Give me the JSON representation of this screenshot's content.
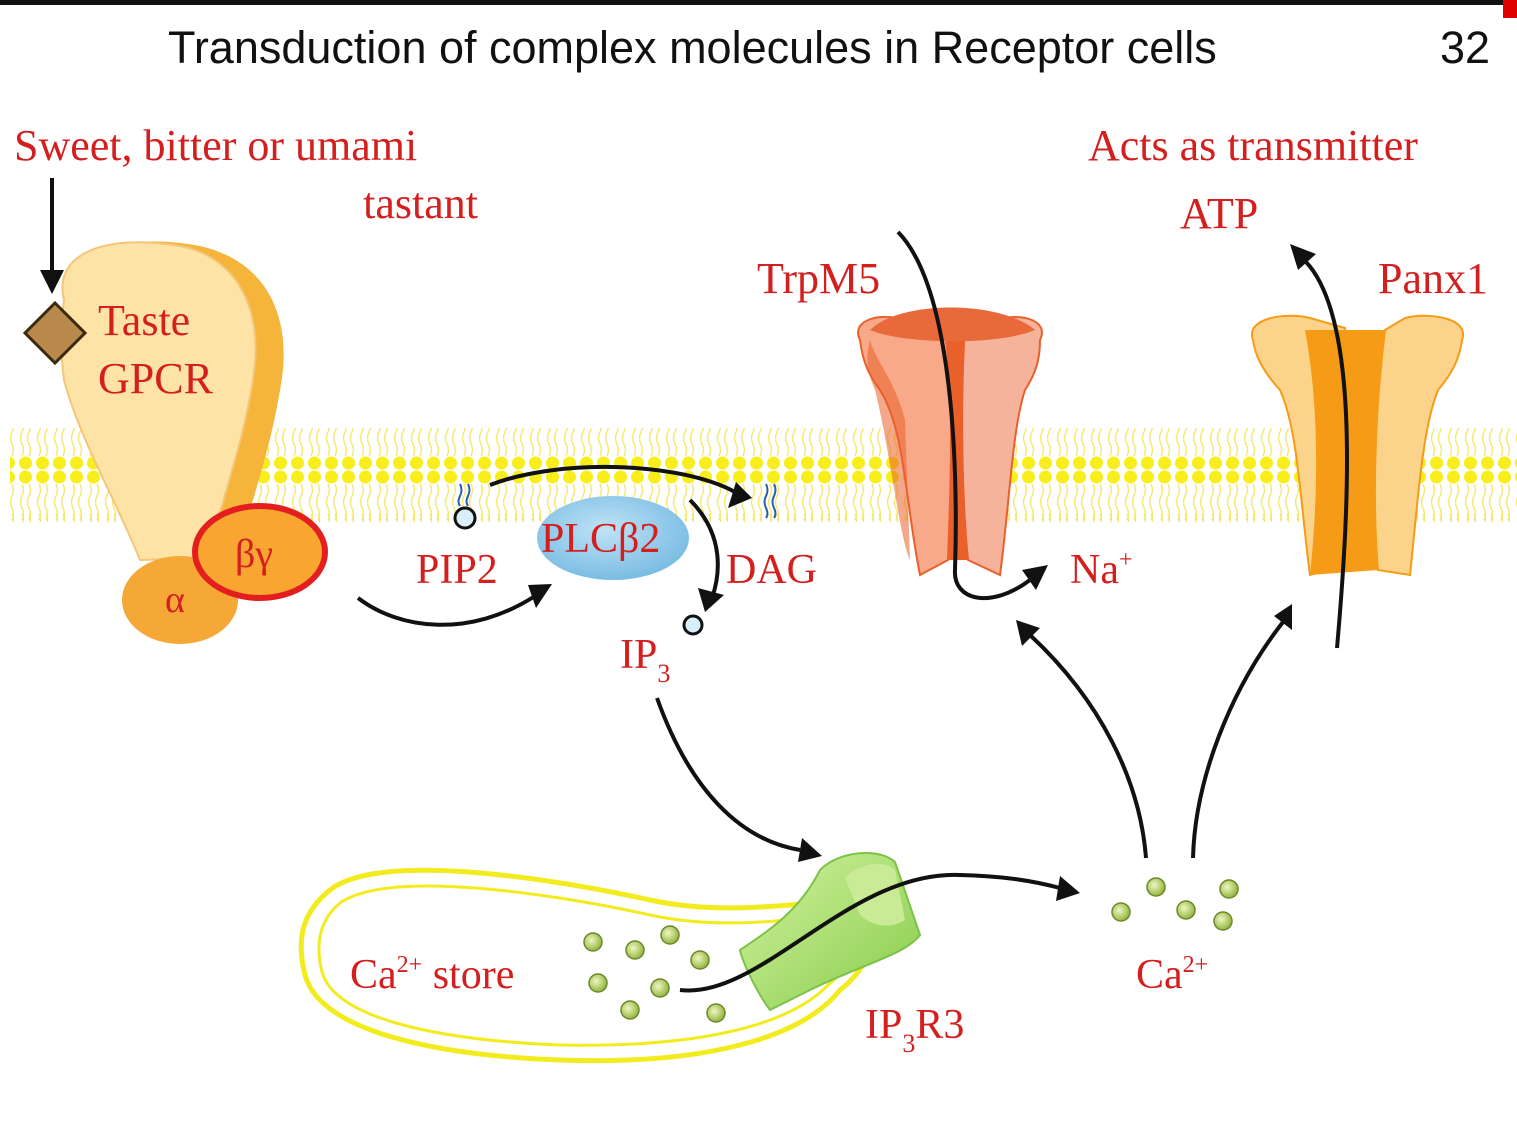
{
  "title": "Transduction of complex molecules in Receptor cells",
  "page_number": "32",
  "colors": {
    "label_red": "#d41f1f",
    "membrane_yellow": "#f7ee1c",
    "gpcr_fill": "#fde3a5",
    "gpcr_edge": "#f2a81d",
    "plc_blue": "#8cc8ea",
    "trpm5_orange": "#e9602a",
    "panx1_orange": "#f59b16",
    "ip3r3_green": "#a6dd6a",
    "ca_dot_green": "#9fbf49"
  },
  "labels": {
    "tastant_line1": "Sweet, bitter or umami",
    "tastant_line2": "tastant",
    "gpcr_line1": "Taste",
    "gpcr_line2": "GPCR",
    "beta_gamma": "βγ",
    "alpha": "α",
    "pip2": "PIP2",
    "plc": "PLCβ2",
    "dag": "DAG",
    "ip3_main": "IP",
    "ip3_sub": "3",
    "trpm5": "TrpM5",
    "na_main": "Na",
    "na_sup": "+",
    "acts_as": "Acts as transmitter",
    "atp": "ATP",
    "panx1": "Panx1",
    "ca_store_main": "Ca",
    "ca_store_sup": "2+",
    "ca_store_rest": " store",
    "ip3r3_a": "IP",
    "ip3r3_sub": "3",
    "ip3r3_b": "R3",
    "ca_main": "Ca",
    "ca_sup": "2+"
  }
}
